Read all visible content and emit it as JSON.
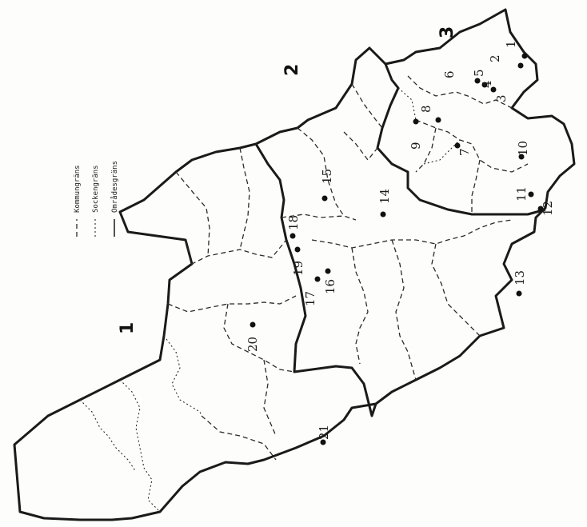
{
  "legend": {
    "items": [
      {
        "label": "Kommungräns",
        "style": "dashed"
      },
      {
        "label": "Sockengräns",
        "style": "dotted"
      },
      {
        "label": "Områdesgräns",
        "style": "solid"
      }
    ]
  },
  "areas": [
    {
      "id": "area-1",
      "label": "1"
    },
    {
      "id": "area-2",
      "label": "2"
    },
    {
      "id": "area-3",
      "label": "3"
    }
  ],
  "sites": [
    {
      "label": "1"
    },
    {
      "label": "2"
    },
    {
      "label": "3"
    },
    {
      "label": "4"
    },
    {
      "label": "5"
    },
    {
      "label": "6"
    },
    {
      "label": "7"
    },
    {
      "label": "8"
    },
    {
      "label": "9"
    },
    {
      "label": "10"
    },
    {
      "label": "11"
    },
    {
      "label": "12"
    },
    {
      "label": "13"
    },
    {
      "label": "14"
    },
    {
      "label": "15"
    },
    {
      "label": "16"
    },
    {
      "label": "17"
    },
    {
      "label": "18"
    },
    {
      "label": "19"
    },
    {
      "label": "20"
    },
    {
      "label": "21"
    }
  ],
  "colors": {
    "ink": "#1a1a1a",
    "paper": "#fdfdfb"
  }
}
